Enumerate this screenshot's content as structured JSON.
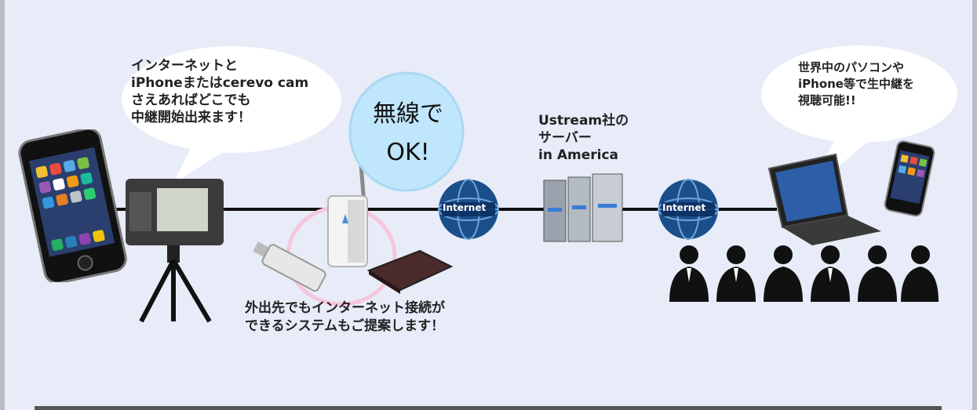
{
  "bubble_left": {
    "line1": "インターネットと",
    "line2": "iPhoneまたはcerevo cam",
    "line3": "さえあればどこでも",
    "line4": "中継開始出来ます！"
  },
  "wifi_bubble": {
    "line1": "無線で",
    "line2": "OK!"
  },
  "internet_label_1": "Internet",
  "internet_label_2": "Internet",
  "server_text": {
    "line1": "Ustream社の",
    "line2": "サーバー",
    "line3": "in America"
  },
  "bubble_right": {
    "line1": "世界中のパソコンや",
    "line2": "iPhone等で生中継を",
    "line3": "視聴可能!!"
  },
  "caption_bottom": {
    "line1": "外出先でもインターネット接続が",
    "line2": "できるシステムもご提案します！"
  },
  "colors": {
    "background": "#e7ecf8",
    "wifi_bubble": "#bfe6fb",
    "wifi_ring": "#f6c6dd",
    "globe_blue": "#1b4f8c",
    "line": "#111111"
  }
}
